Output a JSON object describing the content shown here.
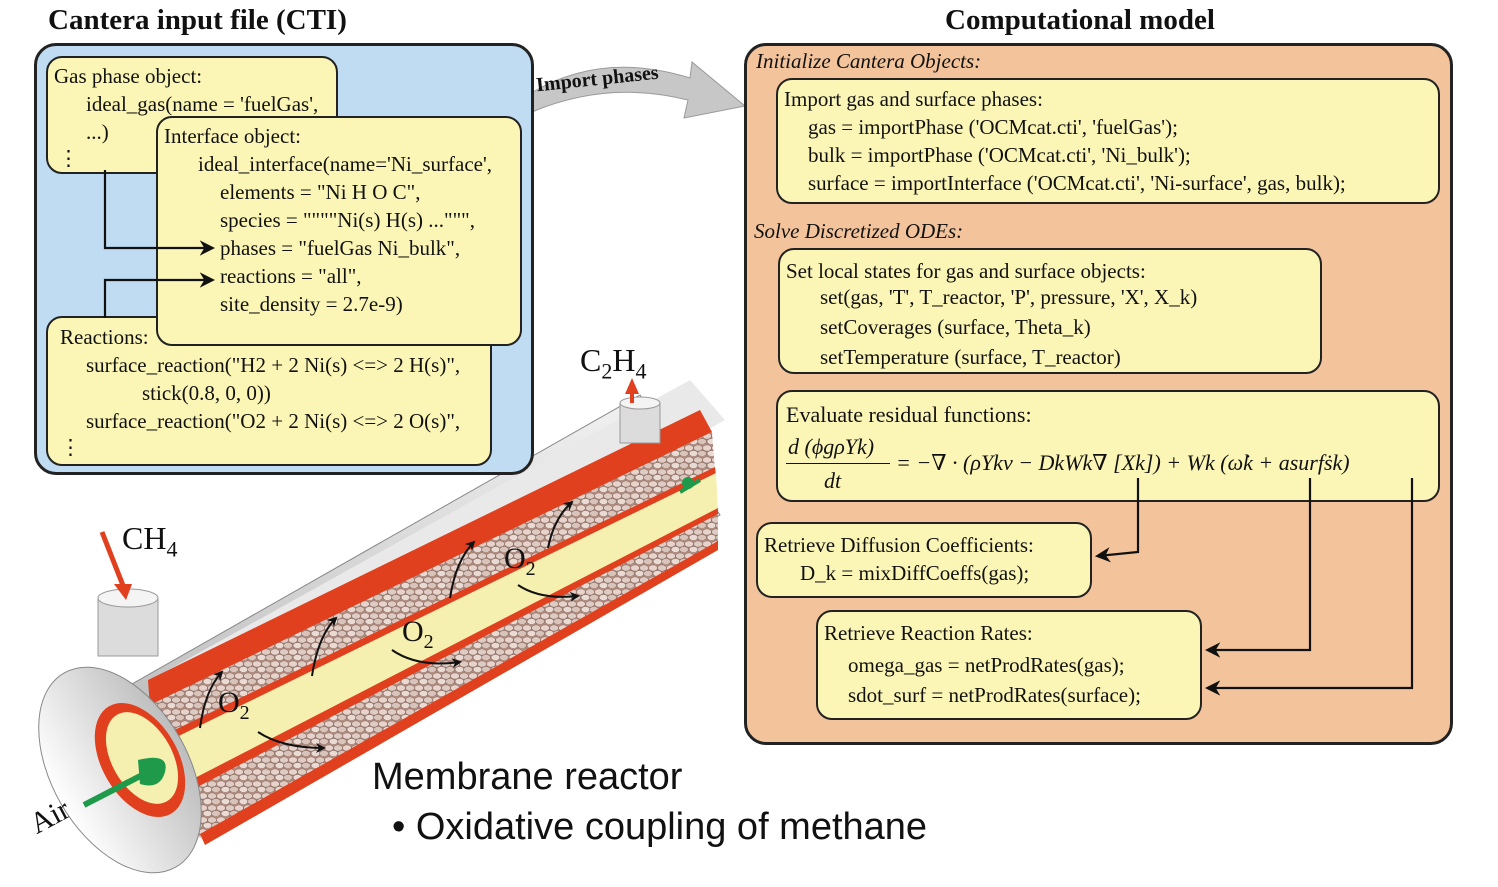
{
  "titles": {
    "left": "Cantera input file (CTI)",
    "right": "Computational model"
  },
  "import_arrow_label": "Import phases",
  "cti": {
    "gas": [
      "Gas phase object:",
      "ideal_gas(name = 'fuelGas',",
      "...)",
      "⋮"
    ],
    "interface": [
      "Interface object:",
      "ideal_interface(name='Ni_surface',",
      "elements = \"Ni H O C\",",
      "species = \"\"\"\"Ni(s) H(s) ...\"\"\",",
      "phases = \"fuelGas  Ni_bulk\",",
      "reactions = \"all\",",
      "site_density = 2.7e-9)"
    ],
    "reactions": [
      "Reactions:",
      "⋮",
      "surface_reaction(\"H2 + 2 Ni(s) <=> 2 H(s)\",",
      "stick(0.8, 0, 0))",
      "surface_reaction(\"O2 + 2 Ni(s) <=> 2 O(s)\",",
      "⋮"
    ]
  },
  "model": {
    "init_label": "Initialize Cantera Objects:",
    "import_box": [
      "Import gas and surface phases:",
      "gas = importPhase ('OCMcat.cti', 'fuelGas');",
      "bulk = importPhase ('OCMcat.cti', 'Ni_bulk');",
      "surface = importInterface ('OCMcat.cti', 'Ni-surface', gas, bulk);"
    ],
    "solve_label": "Solve Discretized ODEs:",
    "states_box": [
      "Set local states for gas and surface objects:",
      "set(gas,  'T', T_reactor,   'P', pressure,   'X', X_k)",
      "setCoverages (surface, Theta_k)",
      "setTemperature (surface, T_reactor)"
    ],
    "residual_box": {
      "heading": "Evaluate residual functions:",
      "numerator": "d (ϕgρYk)",
      "denominator": "dt",
      "rhs": "= −∇ · (ρYkv − DkWk∇ [Xk]) + Wk (ω̇k + asurfṡk)"
    },
    "diffusion_box": [
      "Retrieve Diffusion Coefficients:",
      "D_k = mixDiffCoeffs(gas);"
    ],
    "rates_box": [
      "Retrieve Reaction Rates:",
      "omega_gas = netProdRates(gas);",
      "sdot_surf = netProdRates(surface);"
    ]
  },
  "reactor": {
    "ch4": "CH4",
    "c2h4": "C2H4",
    "o2": "O2",
    "air": "Air",
    "caption": "Membrane reactor",
    "bullet": "• Oxidative coupling of methane"
  },
  "colors": {
    "cti_panel": "#bfdcf2",
    "model_panel": "#f3c49c",
    "code_box": "#fbf6b6",
    "membrane_red": "#e0401e",
    "inner_tube": "#f5efb0",
    "catalyst": "#b99a8e",
    "arrow_grey": "#c8c8c8"
  }
}
